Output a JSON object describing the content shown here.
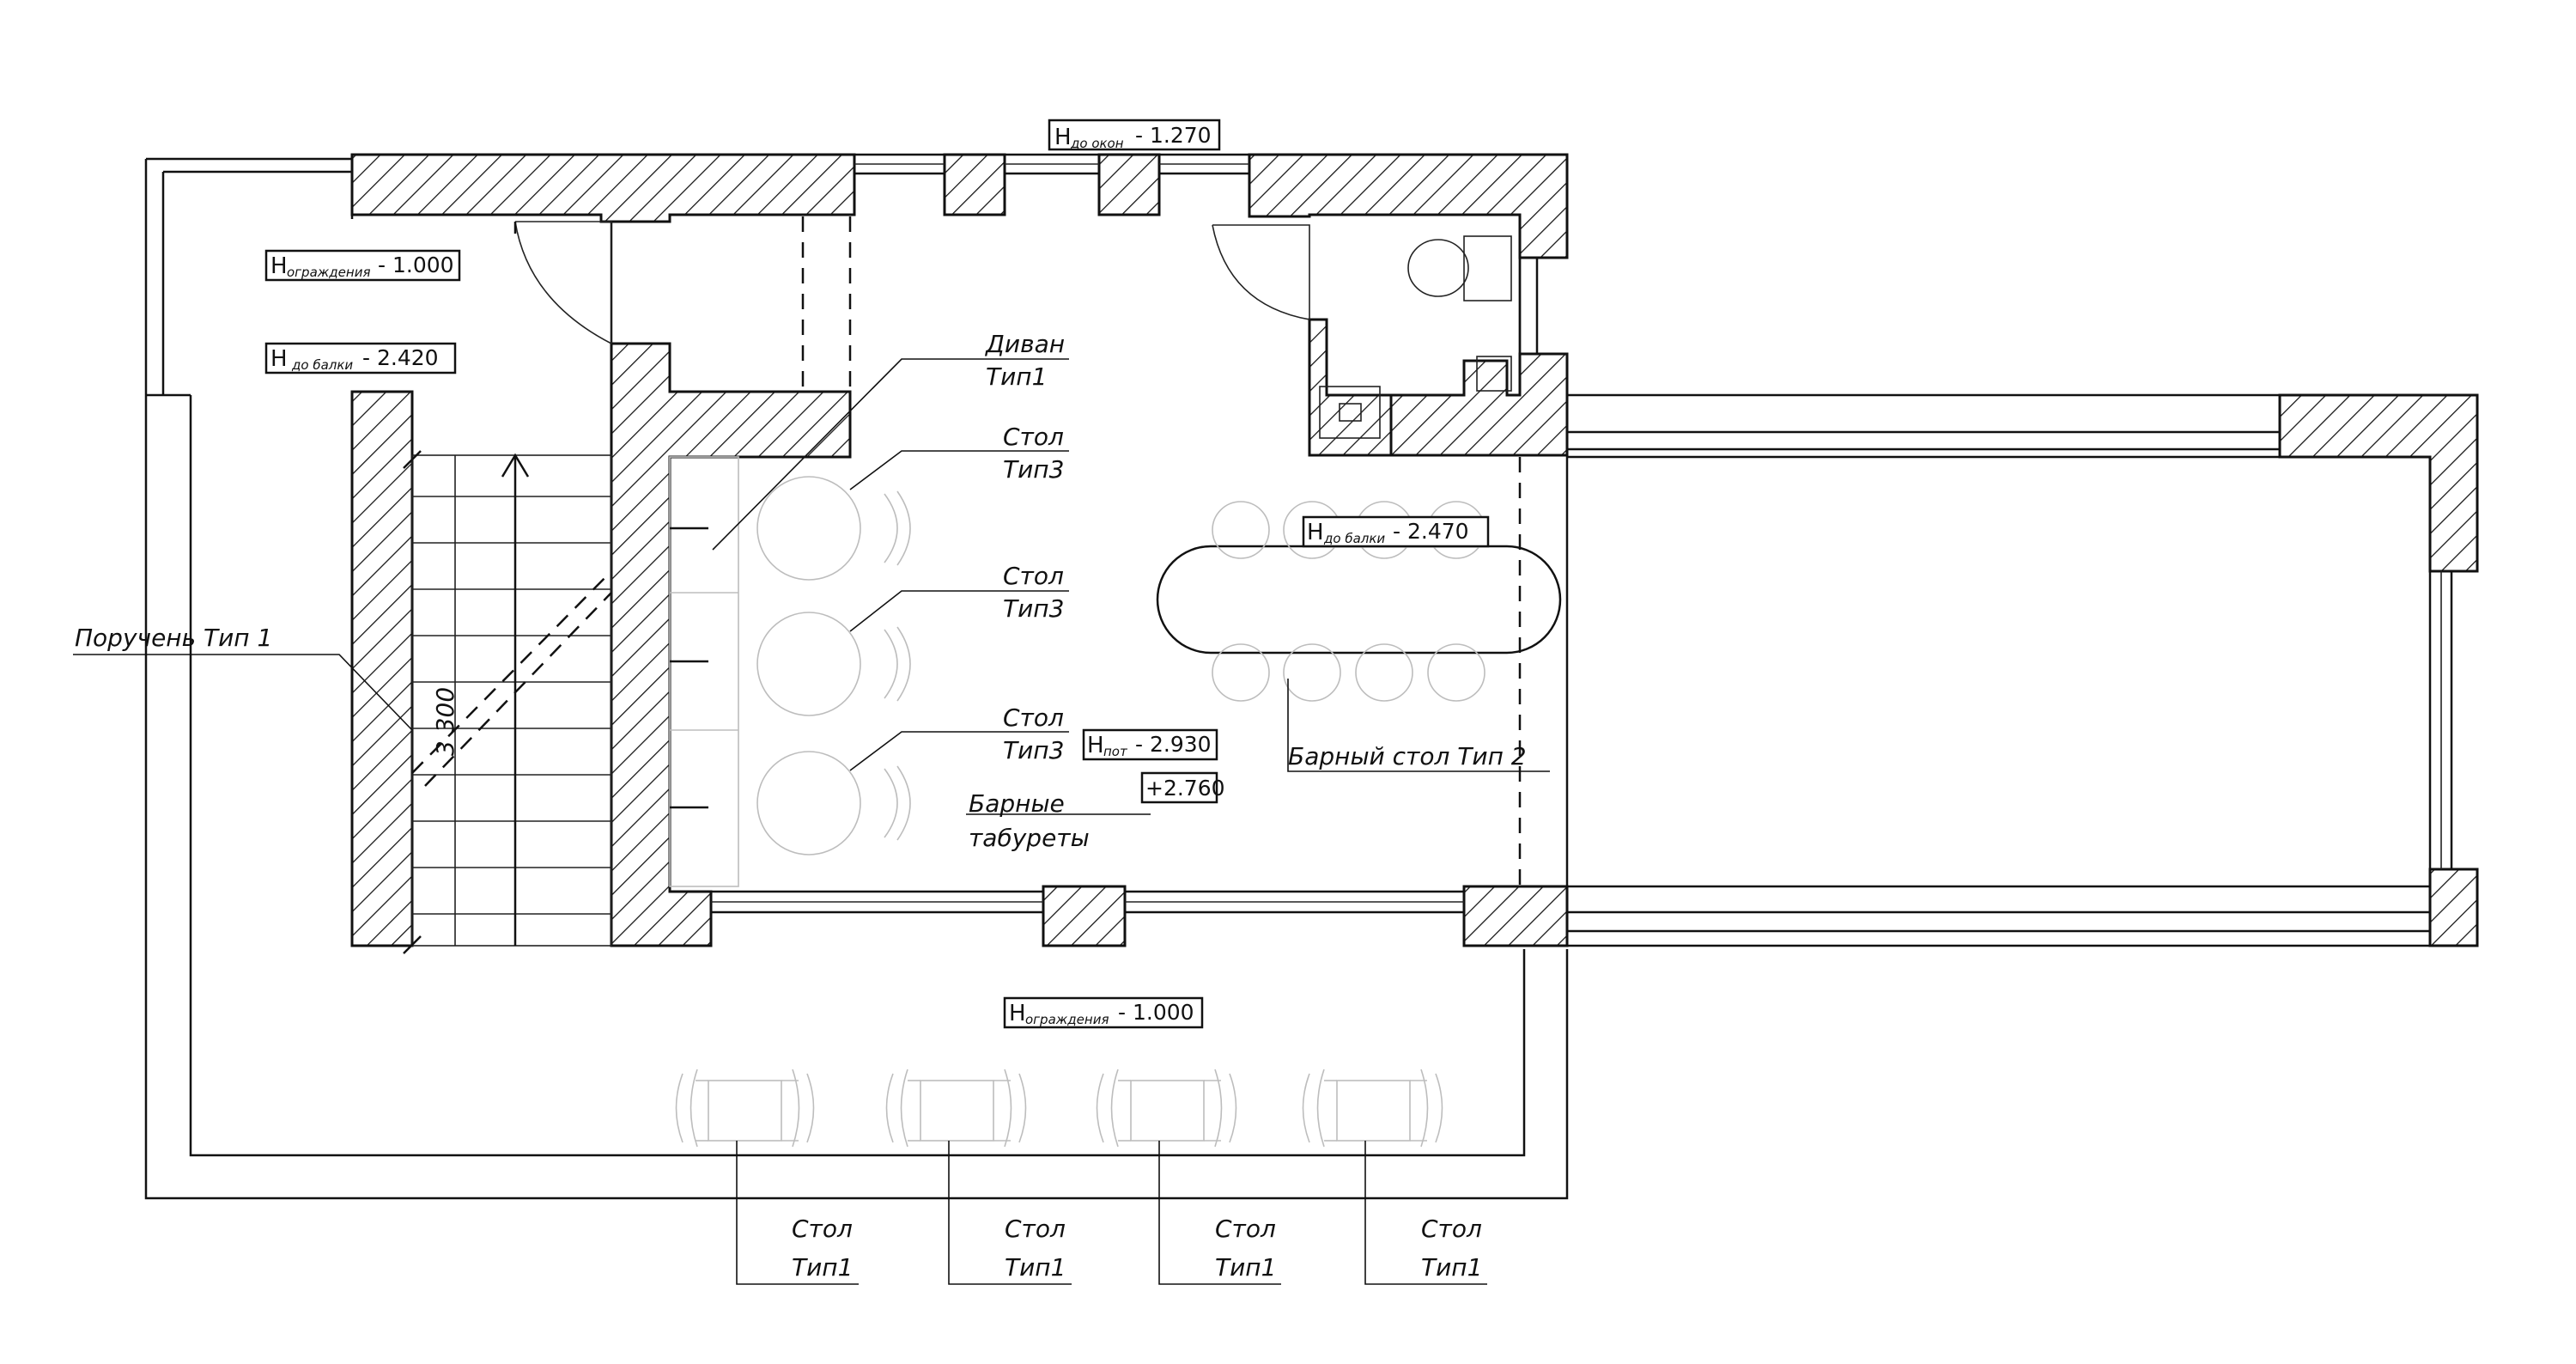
{
  "labels": {
    "divan_l1": "Диван",
    "divan_l2": "Тип1",
    "stol_l1": "Стол",
    "stol_l2": "Тип3",
    "stool_l1": "Барные",
    "stool_l2": "табуреты",
    "bar_table": "Барный стол Тип 2",
    "handrail": "Поручень Тип 1",
    "stair_dim": "3 300",
    "stol_tip1_l1": "Стол",
    "stol_tip1_l2": "Тип1"
  },
  "tags": {
    "windows": {
      "main": "H",
      "sub": "до окон",
      "value": "- 1.270"
    },
    "railing_top": {
      "main": "H",
      "sub": "ограждения",
      "value": "- 1.000"
    },
    "beam_left": {
      "main": "H",
      "sub": "до балки",
      "value": "- 2.420"
    },
    "beam_right": {
      "main": "H",
      "sub": "до балки",
      "value": "- 2.470"
    },
    "ceiling": {
      "main": "H",
      "sub": "пот",
      "value": "- 2.930"
    },
    "level": {
      "value": "+2.760"
    },
    "railing_bottom": {
      "main": "H",
      "sub": "ограждения",
      "value": "- 1.000"
    }
  }
}
